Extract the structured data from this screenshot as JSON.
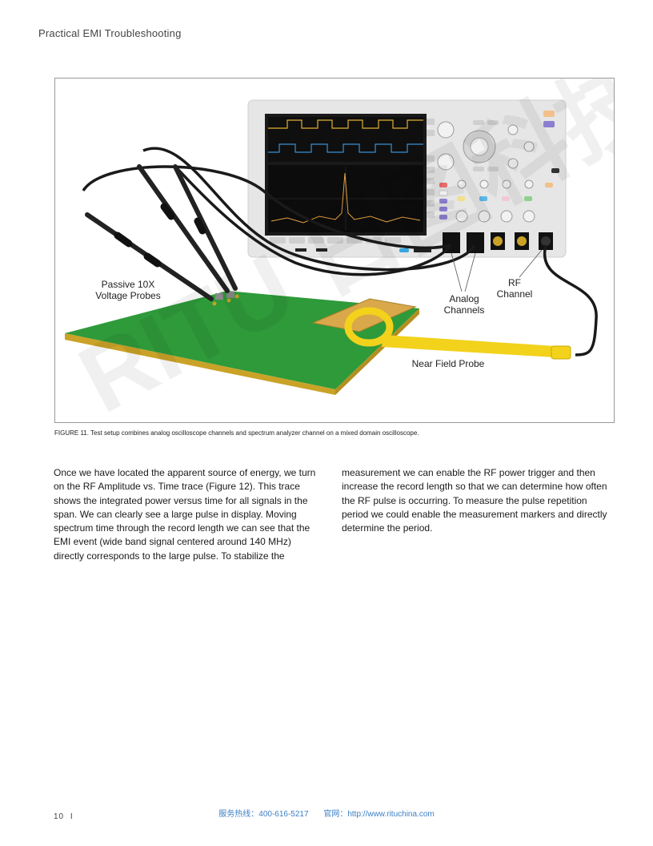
{
  "header": {
    "title": "Practical EMI Troubleshooting"
  },
  "figure": {
    "labels": {
      "probes": [
        "Passive 10X",
        "Voltage Probes"
      ],
      "analog": [
        "Analog",
        "Channels"
      ],
      "rf": [
        "RF",
        "Channel"
      ],
      "near_field": "Near Field Probe"
    },
    "caption": "FIGURE 11. Test setup combines analog oscilloscope channels and spectrum analyzer channel on a mixed domain oscilloscope.",
    "watermark_text": "RITU 日图科技"
  },
  "body": {
    "left_paragraph": "Once we have located the apparent source of energy, we turn on the RF Amplitude vs. Time trace (Figure 12). This trace shows the integrated power versus time for all signals in the span. We can clearly see a large pulse in display. Moving spectrum time through the record length we can see that the EMI event (wide band signal centered around 140 MHz) directly corresponds to the large pulse. To stabilize the",
    "right_paragraph": "measurement we can enable the RF power trigger and then increase the record length so that we can determine how often the RF pulse is occurring. To measure the pulse repetition period we could enable the measurement markers and directly determine the period."
  },
  "footer": {
    "page_number": "10",
    "separator": "I",
    "hotline": "服务热线：400-616-5217",
    "website": "官网：http://www.rituchina.com"
  },
  "colors": {
    "pcb_green": "#2e9a3a",
    "pcb_edge": "#c9a227",
    "probe_yellow": "#f2d21b",
    "scope_body": "#e6e6e6",
    "link_blue": "#3b7fc4"
  }
}
